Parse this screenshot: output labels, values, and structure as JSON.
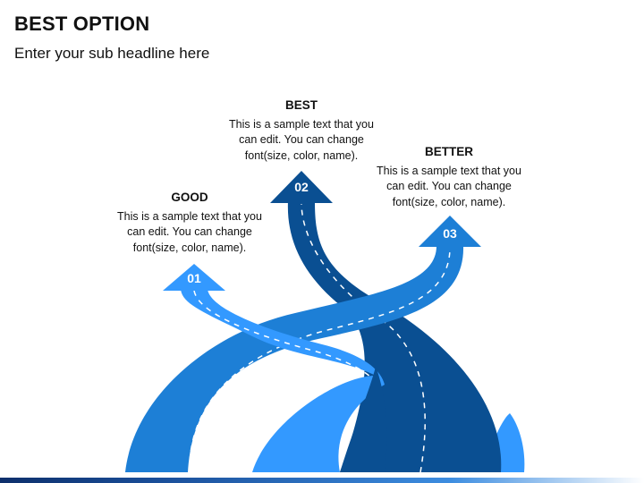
{
  "header": {
    "title": "BEST OPTION",
    "subtitle": "Enter your sub headline here"
  },
  "options": [
    {
      "number": "01",
      "heading": "GOOD",
      "text": "This is a sample text that you\ncan edit. You can change\nfont(size, color, name).",
      "color": "#3399ff"
    },
    {
      "number": "02",
      "heading": "BEST",
      "text": "This is a sample text that you\ncan edit. You can change\nfont(size, color, name).",
      "color": "#0a4f92"
    },
    {
      "number": "03",
      "heading": "BETTER",
      "text": "This is a sample text that you\ncan edit. You can change\nfont(size, color, name).",
      "color": "#1d7fd6"
    }
  ]
}
